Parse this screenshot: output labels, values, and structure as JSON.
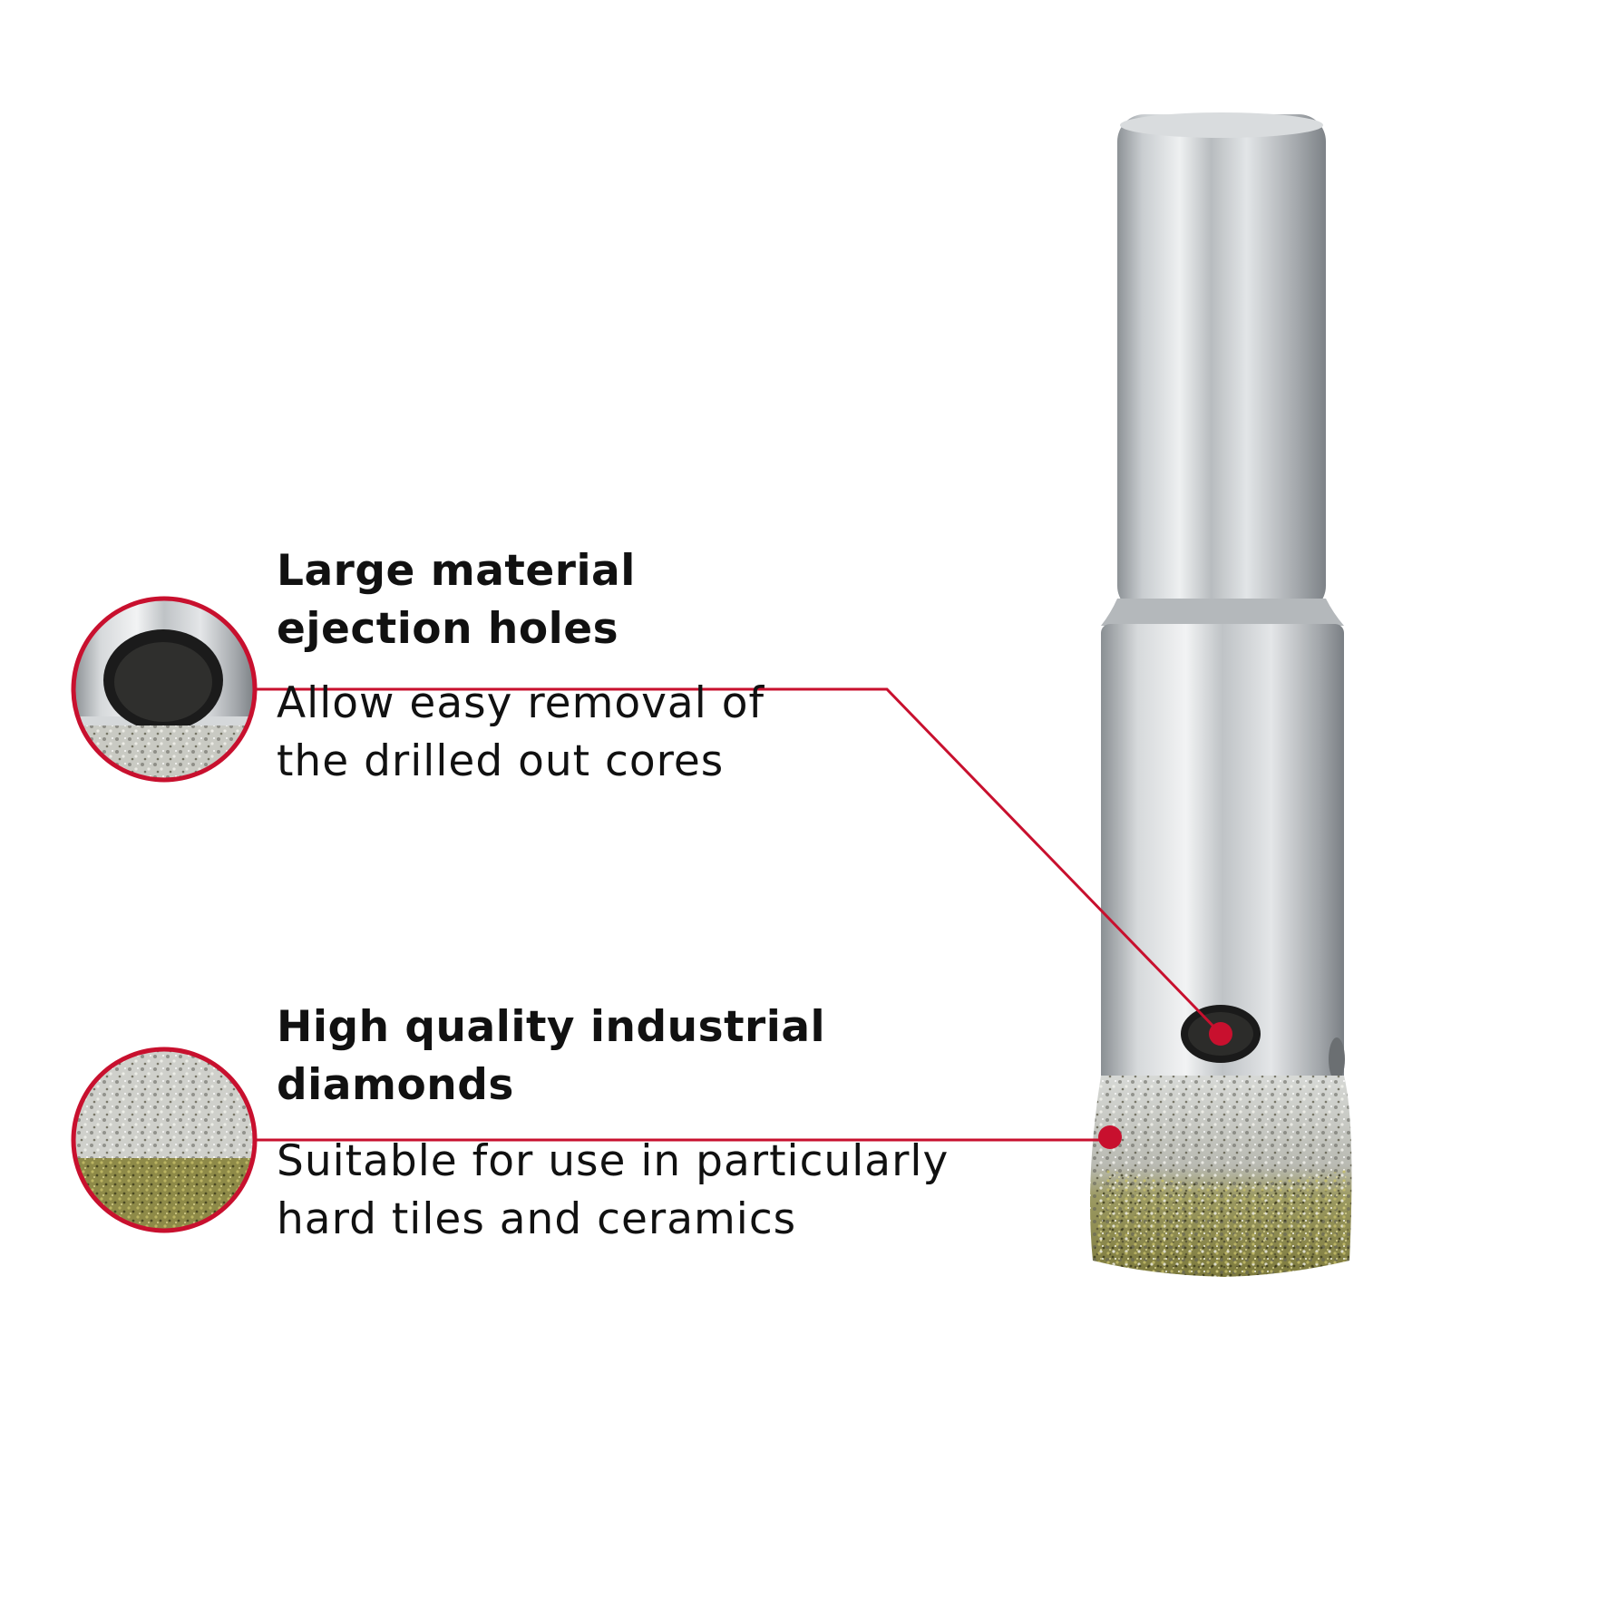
{
  "colors": {
    "accent": "#c8102e",
    "background": "#ffffff",
    "text": "#111111"
  },
  "features": [
    {
      "title_line1": "Large material",
      "title_line2": "ejection holes",
      "desc_line1": "Allow easy removal of",
      "desc_line2": "the drilled out cores",
      "icon": "ejection-hole-detail"
    },
    {
      "title_line1": "High quality industrial",
      "title_line2": "diamonds",
      "desc_line1": "Suitable for use in particularly",
      "desc_line2": "hard tiles and ceramics",
      "icon": "diamond-grit-detail"
    }
  ]
}
